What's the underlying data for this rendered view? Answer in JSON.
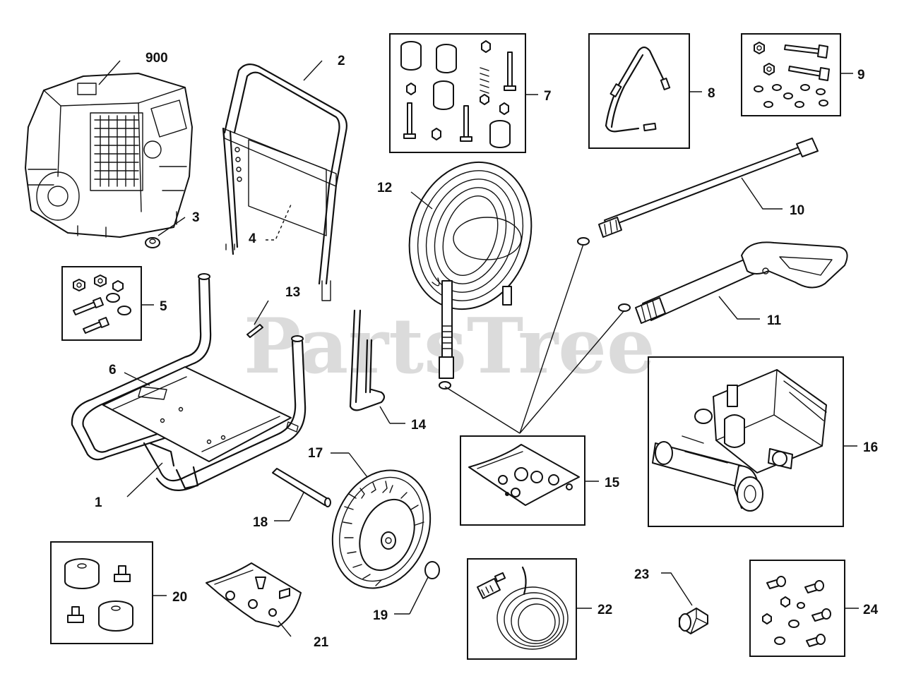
{
  "watermark": "PartsTree",
  "callouts": {
    "p900": "900",
    "p1": "1",
    "p2": "2",
    "p3": "3",
    "p4": "4",
    "p5": "5",
    "p6": "6",
    "p7": "7",
    "p8": "8",
    "p9": "9",
    "p10": "10",
    "p11": "11",
    "p12": "12",
    "p13": "13",
    "p14": "14",
    "p15": "15",
    "p16": "16",
    "p17": "17",
    "p18": "18",
    "p19": "19",
    "p20": "20",
    "p21": "21",
    "p22": "22",
    "p23": "23",
    "p24": "24"
  },
  "colors": {
    "line": "#111111",
    "watermark": "#cfcfcf",
    "background": "#ffffff"
  }
}
